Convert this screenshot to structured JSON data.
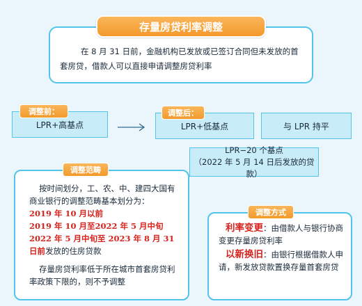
{
  "title": "存量房贷利率调整",
  "intro_text": "在 8 月 31 日前，金融机构已发放或已签订合同但未发放的首套房贷，借款人可以直接申请调整房贷利率",
  "before": {
    "tag": "调整前：",
    "box": "LPR+高基点"
  },
  "after": {
    "tag": "调整后：",
    "box1": "LPR+低基点",
    "box2": "与 LPR 持平",
    "box3_line1": "LPR−20 个基点",
    "box3_line2": "（2022 年 5 月 14 日后发放的贷款）"
  },
  "scope": {
    "tag": "调整范畴",
    "para1": "按时间划分，工、农、中、建四大国有商业银行的调整范畴基本划分为：",
    "red_line1": "2019 年 10 月以前",
    "red_line2": "2019 年 10 月至2022 年 5 月中旬",
    "red_line3": "2022 年 5 月中旬至 2023 年 8 月 31 日前",
    "tail": "发放的住房贷款",
    "para2": "存量房贷利率低于所在城市首套房贷利率政策下限的，则不予调整"
  },
  "method": {
    "tag": "调整方式",
    "label1": "利率变更",
    "text1": "：由借款人与银行协商变更存量房贷利率",
    "label2": "以新换旧",
    "text2": "：由银行根据借款人申请，新发放贷款置换存量首套房贷"
  },
  "colors": {
    "accent_orange": "#f39a2c",
    "border_blue": "#52c3eb",
    "box_blue": "#c9ecf9",
    "highlight_red": "#d6231d",
    "background": "#eaf6fc"
  }
}
